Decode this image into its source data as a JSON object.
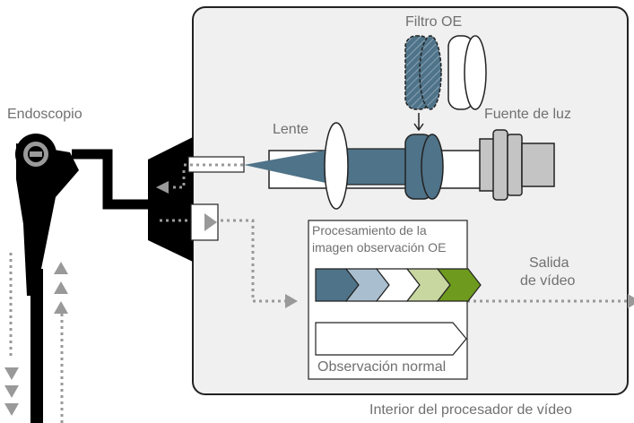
{
  "labels": {
    "filter": "Filtro OE",
    "endoscope": "Endoscopio",
    "lens": "Lente",
    "light_source": "Fuente de luz",
    "processing_line1": "Procesamiento de la",
    "processing_line2": "imagen observación OE",
    "video_out_line1": "Salida",
    "video_out_line2": "de vídeo",
    "normal_observation": "Observación normal",
    "processor_interior": "Interior del procesador de vídeo"
  },
  "colors": {
    "text": "#707070",
    "outline": "#222222",
    "box_fill": "#f0f0f0",
    "steel_blue": "#4f7388",
    "steel_blue_light": "#a9bfd0",
    "gray_arrow": "#999999",
    "green_light": "#c8d6a0",
    "green_mid": "#9dbb5a",
    "green_dark": "#6e9a1e",
    "lamp_gray": "#c4c4c4",
    "black": "#000000"
  },
  "processing_chevrons": [
    {
      "fill": "#4f7388"
    },
    {
      "fill": "#a9bfd0"
    },
    {
      "fill": "#ffffff"
    },
    {
      "fill": "#c8d6a0"
    },
    {
      "fill": "#6e9a1e"
    }
  ]
}
